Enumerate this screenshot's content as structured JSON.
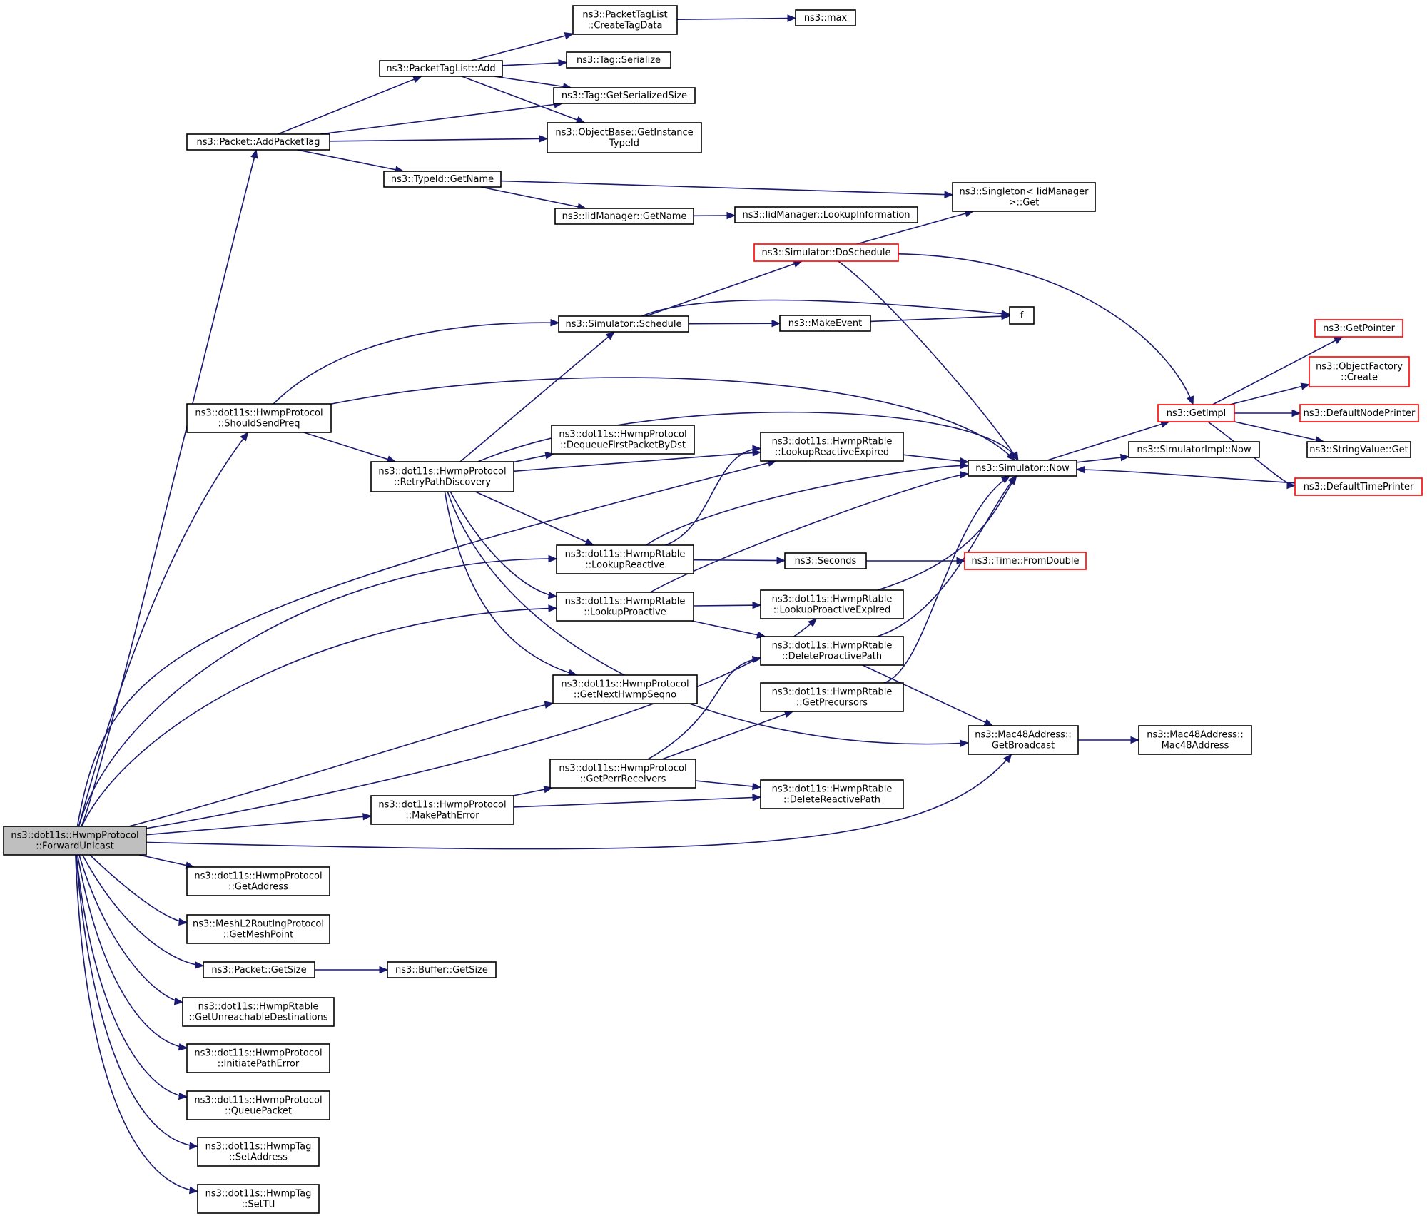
{
  "nodes": [
    {
      "id": "fwd",
      "lines": [
        "ns3::dot11s::HwmpProtocol",
        "::ForwardUnicast"
      ],
      "style": "root"
    },
    {
      "id": "addTag",
      "lines": [
        "ns3::Packet::AddPacketTag"
      ],
      "style": "normal"
    },
    {
      "id": "tagListAdd",
      "lines": [
        "ns3::PacketTagList::Add"
      ],
      "style": "normal"
    },
    {
      "id": "createTagData",
      "lines": [
        "ns3::PacketTagList",
        "::CreateTagData"
      ],
      "style": "normal"
    },
    {
      "id": "max",
      "lines": [
        "ns3::max"
      ],
      "style": "normal"
    },
    {
      "id": "tagSer",
      "lines": [
        "ns3::Tag::Serialize"
      ],
      "style": "normal"
    },
    {
      "id": "tagSize",
      "lines": [
        "ns3::Tag::GetSerializedSize"
      ],
      "style": "normal"
    },
    {
      "id": "instTid",
      "lines": [
        "ns3::ObjectBase::GetInstance",
        "TypeId"
      ],
      "style": "normal"
    },
    {
      "id": "tidName",
      "lines": [
        "ns3::TypeId::GetName"
      ],
      "style": "normal"
    },
    {
      "id": "singleton",
      "lines": [
        "ns3::Singleton< IidManager",
        ">::Get"
      ],
      "style": "normal"
    },
    {
      "id": "iidName",
      "lines": [
        "ns3::IidManager::GetName"
      ],
      "style": "normal"
    },
    {
      "id": "iidLookup",
      "lines": [
        "ns3::IidManager::LookupInformation"
      ],
      "style": "normal"
    },
    {
      "id": "doSched",
      "lines": [
        "ns3::Simulator::DoSchedule"
      ],
      "style": "truncated"
    },
    {
      "id": "sched",
      "lines": [
        "ns3::Simulator::Schedule"
      ],
      "style": "normal"
    },
    {
      "id": "f",
      "lines": [
        "f"
      ],
      "style": "normal"
    },
    {
      "id": "makeEvent",
      "lines": [
        "ns3::MakeEvent"
      ],
      "style": "normal"
    },
    {
      "id": "getImpl",
      "lines": [
        "ns3::GetImpl"
      ],
      "style": "truncated"
    },
    {
      "id": "getPtr",
      "lines": [
        "ns3::GetPointer"
      ],
      "style": "truncated"
    },
    {
      "id": "objCreate",
      "lines": [
        "ns3::ObjectFactory",
        "::Create"
      ],
      "style": "truncated"
    },
    {
      "id": "defNode",
      "lines": [
        "ns3::DefaultNodePrinter"
      ],
      "style": "truncated"
    },
    {
      "id": "strGet",
      "lines": [
        "ns3::StringValue::Get"
      ],
      "style": "normal"
    },
    {
      "id": "defTime",
      "lines": [
        "ns3::DefaultTimePrinter"
      ],
      "style": "truncated"
    },
    {
      "id": "shouldPreq",
      "lines": [
        "ns3::dot11s::HwmpProtocol",
        "::ShouldSendPreq"
      ],
      "style": "normal"
    },
    {
      "id": "retry",
      "lines": [
        "ns3::dot11s::HwmpProtocol",
        "::RetryPathDiscovery"
      ],
      "style": "normal"
    },
    {
      "id": "dequeue",
      "lines": [
        "ns3::dot11s::HwmpProtocol",
        "::DequeueFirstPacketByDst"
      ],
      "style": "normal"
    },
    {
      "id": "lookReactExp",
      "lines": [
        "ns3::dot11s::HwmpRtable",
        "::LookupReactiveExpired"
      ],
      "style": "normal"
    },
    {
      "id": "now",
      "lines": [
        "ns3::Simulator::Now"
      ],
      "style": "normal"
    },
    {
      "id": "implNow",
      "lines": [
        "ns3::SimulatorImpl::Now"
      ],
      "style": "normal"
    },
    {
      "id": "lookReact",
      "lines": [
        "ns3::dot11s::HwmpRtable",
        "::LookupReactive"
      ],
      "style": "normal"
    },
    {
      "id": "seconds",
      "lines": [
        "ns3::Seconds"
      ],
      "style": "normal"
    },
    {
      "id": "fromDouble",
      "lines": [
        "ns3::Time::FromDouble"
      ],
      "style": "truncated"
    },
    {
      "id": "lookProact",
      "lines": [
        "ns3::dot11s::HwmpRtable",
        "::LookupProactive"
      ],
      "style": "normal"
    },
    {
      "id": "lookProactExp",
      "lines": [
        "ns3::dot11s::HwmpRtable",
        "::LookupProactiveExpired"
      ],
      "style": "normal"
    },
    {
      "id": "delProact",
      "lines": [
        "ns3::dot11s::HwmpRtable",
        "::DeleteProactivePath"
      ],
      "style": "normal"
    },
    {
      "id": "nextSeq",
      "lines": [
        "ns3::dot11s::HwmpProtocol",
        "::GetNextHwmpSeqno"
      ],
      "style": "normal"
    },
    {
      "id": "precursors",
      "lines": [
        "ns3::dot11s::HwmpRtable",
        "::GetPrecursors"
      ],
      "style": "normal"
    },
    {
      "id": "bcast",
      "lines": [
        "ns3::Mac48Address::",
        "GetBroadcast"
      ],
      "style": "normal"
    },
    {
      "id": "macCtor",
      "lines": [
        "ns3::Mac48Address::",
        "Mac48Address"
      ],
      "style": "normal"
    },
    {
      "id": "perrRecv",
      "lines": [
        "ns3::dot11s::HwmpProtocol",
        "::GetPerrReceivers"
      ],
      "style": "normal"
    },
    {
      "id": "delReact",
      "lines": [
        "ns3::dot11s::HwmpRtable",
        "::DeleteReactivePath"
      ],
      "style": "normal"
    },
    {
      "id": "makePathErr",
      "lines": [
        "ns3::dot11s::HwmpProtocol",
        "::MakePathError"
      ],
      "style": "normal"
    },
    {
      "id": "getAddr",
      "lines": [
        "ns3::dot11s::HwmpProtocol",
        "::GetAddress"
      ],
      "style": "normal"
    },
    {
      "id": "meshPoint",
      "lines": [
        "ns3::MeshL2RoutingProtocol",
        "::GetMeshPoint"
      ],
      "style": "normal"
    },
    {
      "id": "pktSize",
      "lines": [
        "ns3::Packet::GetSize"
      ],
      "style": "normal"
    },
    {
      "id": "bufSize",
      "lines": [
        "ns3::Buffer::GetSize"
      ],
      "style": "normal"
    },
    {
      "id": "unreach",
      "lines": [
        "ns3::dot11s::HwmpRtable",
        "::GetUnreachableDestinations"
      ],
      "style": "normal"
    },
    {
      "id": "initErr",
      "lines": [
        "ns3::dot11s::HwmpProtocol",
        "::InitiatePathError"
      ],
      "style": "normal"
    },
    {
      "id": "queuePkt",
      "lines": [
        "ns3::dot11s::HwmpProtocol",
        "::QueuePacket"
      ],
      "style": "normal"
    },
    {
      "id": "setAddr",
      "lines": [
        "ns3::dot11s::HwmpTag",
        "::SetAddress"
      ],
      "style": "normal"
    },
    {
      "id": "setTtl",
      "lines": [
        "ns3::dot11s::HwmpTag",
        "::SetTtl"
      ],
      "style": "normal"
    }
  ],
  "edges": [
    [
      "fwd",
      "addTag"
    ],
    [
      "fwd",
      "shouldPreq"
    ],
    [
      "fwd",
      "lookReactExp"
    ],
    [
      "fwd",
      "lookReact"
    ],
    [
      "fwd",
      "lookProact"
    ],
    [
      "fwd",
      "nextSeq"
    ],
    [
      "fwd",
      "lookProactExp"
    ],
    [
      "fwd",
      "makePathErr"
    ],
    [
      "fwd",
      "bcast"
    ],
    [
      "fwd",
      "getAddr"
    ],
    [
      "fwd",
      "meshPoint"
    ],
    [
      "fwd",
      "pktSize"
    ],
    [
      "fwd",
      "unreach"
    ],
    [
      "fwd",
      "initErr"
    ],
    [
      "fwd",
      "queuePkt"
    ],
    [
      "fwd",
      "setAddr"
    ],
    [
      "fwd",
      "setTtl"
    ],
    [
      "addTag",
      "tagListAdd"
    ],
    [
      "addTag",
      "tagSize"
    ],
    [
      "addTag",
      "instTid"
    ],
    [
      "addTag",
      "tidName"
    ],
    [
      "tagListAdd",
      "createTagData"
    ],
    [
      "tagListAdd",
      "tagSer"
    ],
    [
      "tagListAdd",
      "tagSize"
    ],
    [
      "tagListAdd",
      "instTid"
    ],
    [
      "createTagData",
      "max"
    ],
    [
      "tidName",
      "singleton"
    ],
    [
      "tidName",
      "iidName"
    ],
    [
      "iidName",
      "iidLookup"
    ],
    [
      "doSched",
      "singleton"
    ],
    [
      "doSched",
      "now"
    ],
    [
      "doSched",
      "getImpl"
    ],
    [
      "sched",
      "doSched"
    ],
    [
      "sched",
      "f"
    ],
    [
      "sched",
      "makeEvent"
    ],
    [
      "makeEvent",
      "f"
    ],
    [
      "shouldPreq",
      "sched"
    ],
    [
      "shouldPreq",
      "now"
    ],
    [
      "shouldPreq",
      "retry"
    ],
    [
      "retry",
      "sched"
    ],
    [
      "retry",
      "now"
    ],
    [
      "retry",
      "dequeue"
    ],
    [
      "retry",
      "lookReactExp"
    ],
    [
      "retry",
      "lookReact"
    ],
    [
      "retry",
      "lookProact"
    ],
    [
      "retry",
      "nextSeq"
    ],
    [
      "retry",
      "bcast"
    ],
    [
      "lookReactExp",
      "now"
    ],
    [
      "lookReact",
      "lookReactExp"
    ],
    [
      "lookReact",
      "now"
    ],
    [
      "lookReact",
      "seconds"
    ],
    [
      "seconds",
      "fromDouble"
    ],
    [
      "lookProact",
      "now"
    ],
    [
      "lookProact",
      "lookProactExp"
    ],
    [
      "lookProact",
      "delProact"
    ],
    [
      "lookProactExp",
      "now"
    ],
    [
      "delProact",
      "now"
    ],
    [
      "delProact",
      "bcast"
    ],
    [
      "precursors",
      "now"
    ],
    [
      "bcast",
      "macCtor"
    ],
    [
      "now",
      "getImpl"
    ],
    [
      "now",
      "implNow"
    ],
    [
      "getImpl",
      "getPtr"
    ],
    [
      "getImpl",
      "objCreate"
    ],
    [
      "getImpl",
      "defNode"
    ],
    [
      "getImpl",
      "strGet"
    ],
    [
      "getImpl",
      "defTime"
    ],
    [
      "defTime",
      "now"
    ],
    [
      "makePathErr",
      "perrRecv"
    ],
    [
      "makePathErr",
      "delReact"
    ],
    [
      "perrRecv",
      "delReact"
    ],
    [
      "perrRecv",
      "precursors"
    ],
    [
      "perrRecv",
      "delProact"
    ],
    [
      "pktSize",
      "bufSize"
    ]
  ]
}
